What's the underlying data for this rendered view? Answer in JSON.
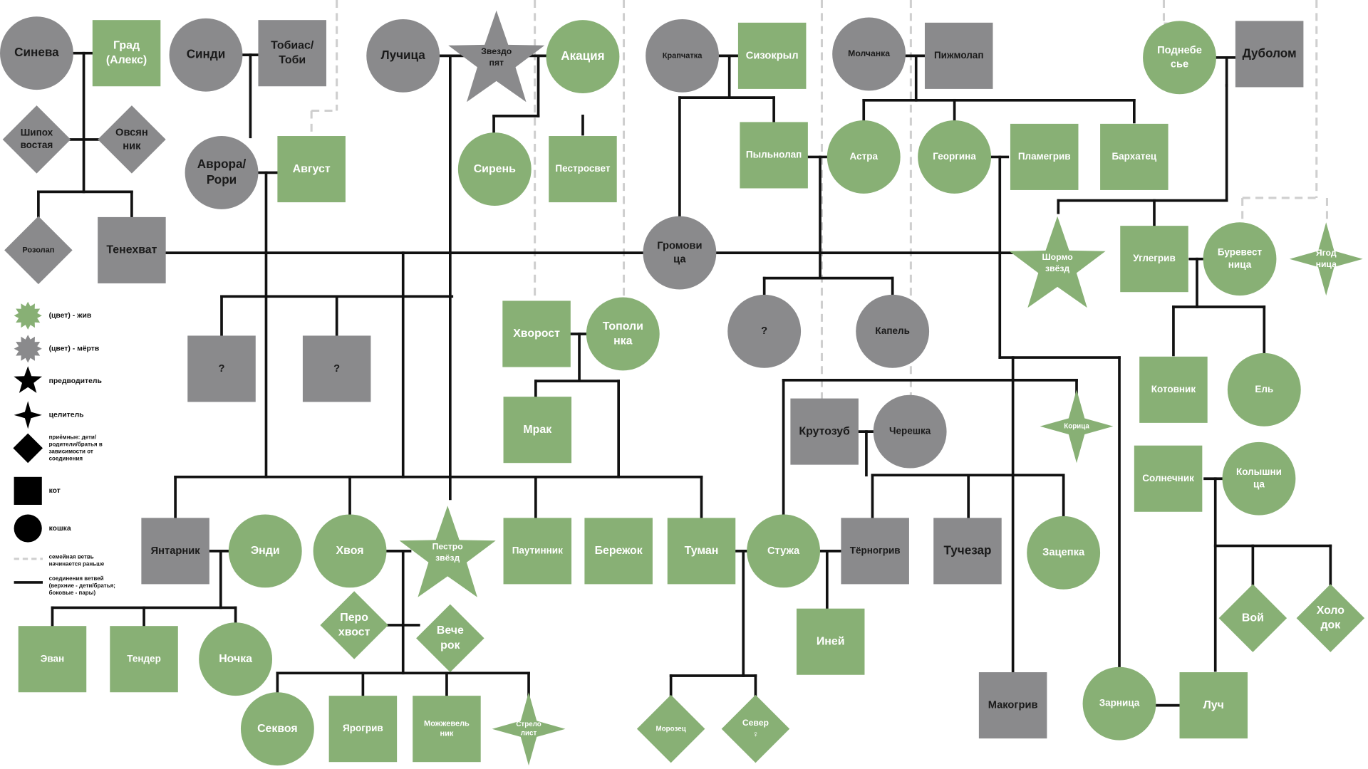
{
  "colors": {
    "alive": "#88b075",
    "dead": "#8a8a8c",
    "line": "#111111",
    "dashed": "#cfcfcf",
    "white_text": "#ffffff",
    "dark_text": "#1a1a1a"
  },
  "legend": [
    {
      "icon": "star-burst-green",
      "text": "(цвет) - жив"
    },
    {
      "icon": "star-burst-gray",
      "text": "(цвет) -  мёртв"
    },
    {
      "icon": "star-icon",
      "text": "предводитель"
    },
    {
      "icon": "sparkle-icon",
      "text": "целитель"
    },
    {
      "icon": "diamond-icon",
      "lines": [
        "приёмные: дети/",
        "родители/братья в",
        "зависимости от",
        "соединения"
      ]
    },
    {
      "icon": "square-icon",
      "text": "кот"
    },
    {
      "icon": "circle-icon",
      "text": "кошка"
    },
    {
      "icon": "dashed-line-icon",
      "lines": [
        "семейная ветвь",
        "начинается раньше"
      ]
    },
    {
      "icon": "solid-line-icon",
      "lines": [
        "соединения ветвей",
        "(верхние - дети/братья;",
        "боковые - пары)"
      ]
    }
  ],
  "nodes": {
    "sineva": [
      "Синева"
    ],
    "grad": [
      "Град",
      "(Алекс)"
    ],
    "sindi": [
      "Синди"
    ],
    "tobias": [
      "Тобиас/",
      "Тоби"
    ],
    "luchitsa": [
      "Лучица"
    ],
    "zvezdopyat": [
      "Звездо",
      "пят"
    ],
    "akatsiya": [
      "Акация"
    ],
    "krapchatka": [
      "Крапчатка"
    ],
    "sizokryl": [
      "Сизокрыл"
    ],
    "molchanka": [
      "Молчанка"
    ],
    "pizhmolap": [
      "Пижмолап"
    ],
    "podnebesye": [
      "Поднебе",
      "сье"
    ],
    "dubolom": [
      "Дуболом"
    ],
    "shipokhvostaya": [
      "Шипох",
      "востая"
    ],
    "ovsyannik": [
      "Овсян",
      "ник"
    ],
    "avrora": [
      "Аврора/",
      "Рори"
    ],
    "avgust": [
      "Август"
    ],
    "siren": [
      "Сирень"
    ],
    "pestrosvet": [
      "Пестросвет"
    ],
    "pylnolap": [
      "Пыльнолап"
    ],
    "astra": [
      "Астра"
    ],
    "georgina": [
      "Георгина"
    ],
    "plamegriv": [
      "Пламегрив"
    ],
    "barkhatets": [
      "Бархатец"
    ],
    "rozolap": [
      "Розолап"
    ],
    "tenekhvat": [
      "Тенехват"
    ],
    "gromovitsa": [
      "Громови",
      "ца"
    ],
    "shormozvyozd": [
      "Шормо",
      "звёзд"
    ],
    "uglegriv": [
      "Углегрив"
    ],
    "burevestnitsa": [
      "Буревест",
      "ница"
    ],
    "yagodnitsa": [
      "Ягод",
      "ница"
    ],
    "q1": [
      "?"
    ],
    "q2": [
      "?"
    ],
    "khvorost": [
      "Хворост"
    ],
    "topolinka": [
      "Тополи",
      "нка"
    ],
    "q3": [
      "?"
    ],
    "kapel": [
      "Капель"
    ],
    "kotovnik": [
      "Котовник"
    ],
    "el": [
      "Ель"
    ],
    "mrak": [
      "Мрак"
    ],
    "krutozub": [
      "Крутозуб"
    ],
    "chereshka": [
      "Черешка"
    ],
    "koritsa": [
      "Корица"
    ],
    "solnechnik": [
      "Солнечник"
    ],
    "kolyshnitsa": [
      "Колышни",
      "ца"
    ],
    "yantarnik": [
      "Янтарник"
    ],
    "endi": [
      "Энди"
    ],
    "khvoya": [
      "Хвоя"
    ],
    "pestrozvyozd": [
      "Пестро",
      "звёзд"
    ],
    "pautinnik": [
      "Паутинник"
    ],
    "berezhok": [
      "Бережок"
    ],
    "tuman": [
      "Туман"
    ],
    "stuzha": [
      "Стужа"
    ],
    "ternogriv": [
      "Тёрногрив"
    ],
    "tuchezar": [
      "Тучезар"
    ],
    "zatsepka": [
      "Зацепка"
    ],
    "perokhvost": [
      "Перо",
      "хвост"
    ],
    "vecherok": [
      "Вече",
      "рок"
    ],
    "voy": [
      "Вой"
    ],
    "kholodok": [
      "Холо",
      "док"
    ],
    "evan": [
      "Эван"
    ],
    "tender": [
      "Тендер"
    ],
    "nochka": [
      "Ночка"
    ],
    "ineyi": [
      "Иней"
    ],
    "sekvoya": [
      "Секвоя"
    ],
    "yarogriv": [
      "Ярогрив"
    ],
    "mozhzhevelnik": [
      "Можжевель",
      "ник"
    ],
    "strelolist": [
      "Стрело",
      "лист"
    ],
    "morozets": [
      "Морозец"
    ],
    "sever": [
      "Север",
      "♀"
    ],
    "makogriv": [
      "Макогрив"
    ],
    "zarnitsa": [
      "Зарница"
    ],
    "luch": [
      "Луч"
    ]
  }
}
